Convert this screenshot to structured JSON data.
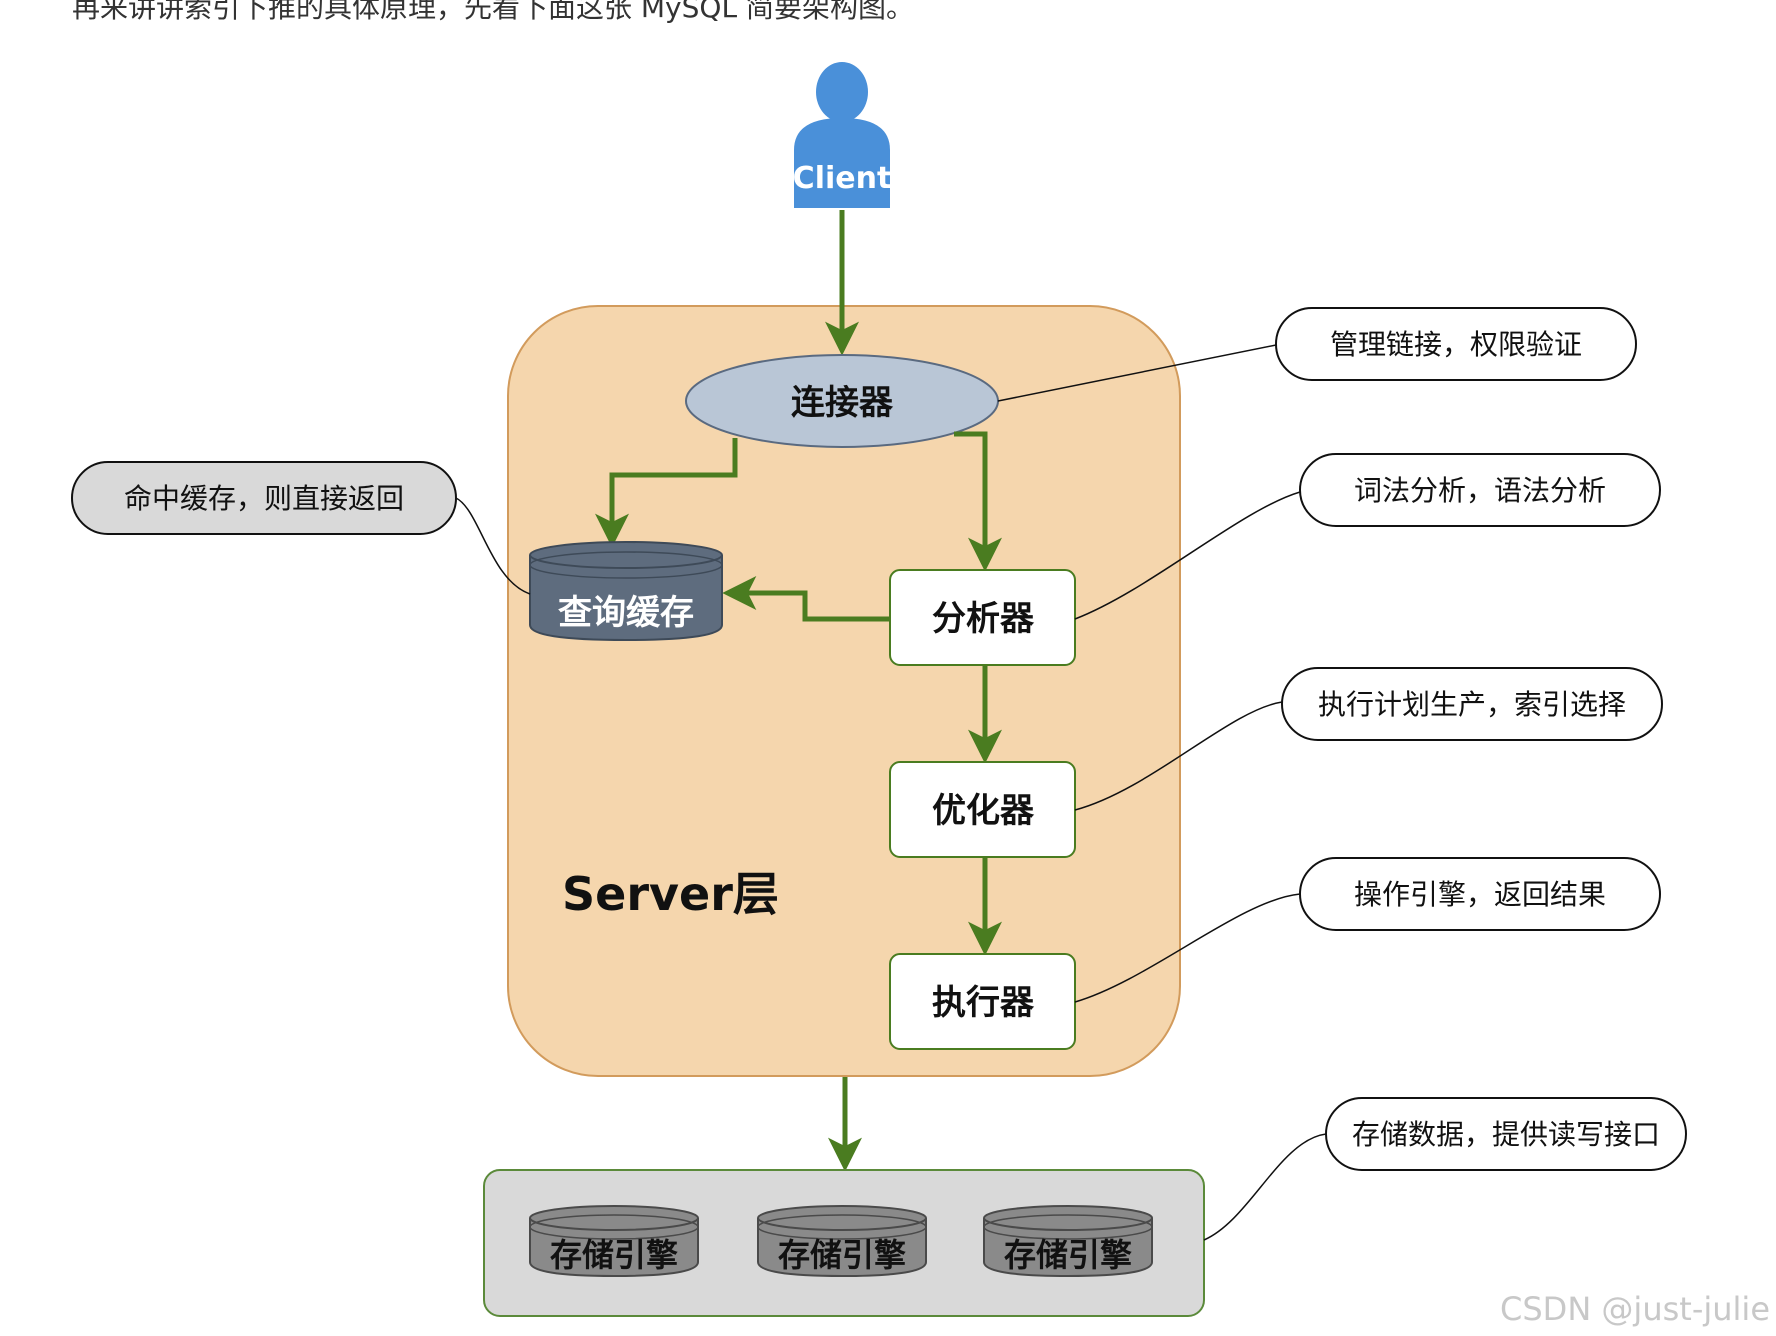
{
  "intro_text": "再来讲讲索引下推的具体原理，先看下面这张 MySQL 简要架构图。",
  "diagram": {
    "client_label": "Client",
    "server_layer_label": "Server层",
    "nodes": {
      "connector": "连接器",
      "query_cache": "查询缓存",
      "analyzer": "分析器",
      "optimizer": "优化器",
      "executor": "执行器"
    },
    "storage_engines": [
      "存储引擎",
      "存储引擎",
      "存储引擎"
    ],
    "annotations": {
      "connector": "管理链接，权限验证",
      "query_cache": "命中缓存，则直接返回",
      "analyzer": "词法分析，语法分析",
      "optimizer": "执行计划生产，索引选择",
      "executor": "操作引擎，返回结果",
      "storage": "存储数据，提供读写接口"
    },
    "colors": {
      "arrow": "#4a7c20",
      "server_fill": "#f5d6ad",
      "server_stroke": "#d29b5c",
      "client": "#4a90d9",
      "connector_fill": "#b9c6d6",
      "cache_fill": "#5e6c7e",
      "storage_panel_fill": "#d9d9d9",
      "storage_panel_stroke": "#5b8a3a",
      "engine_fill": "#8a8a8a"
    }
  },
  "watermark": "CSDN @just-julie"
}
